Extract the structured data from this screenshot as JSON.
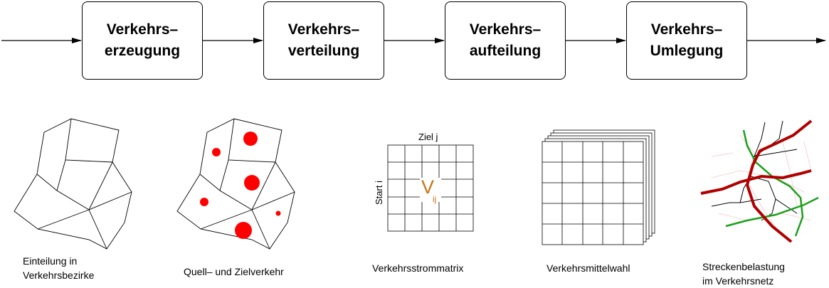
{
  "steps": [
    {
      "line1": "Verkehrs–",
      "line2": "erzeugung"
    },
    {
      "line1": "Verkehrs–",
      "line2": "verteilung"
    },
    {
      "line1": "Verkehrs–",
      "line2": "aufteilung"
    },
    {
      "line1": "Verkehrs–",
      "line2": "Umlegung"
    }
  ],
  "captions": {
    "zones": {
      "line1": "Einteilung in",
      "line2": "Verkehrsbezirke"
    },
    "traffic": "Quell– und Zielverkehr",
    "matrix": "Verkehrsstrommatrix",
    "modal": "Verkehrsmittelwahl",
    "assignment": {
      "line1": "Streckenbelastung",
      "line2": "im Verkehrsnetz"
    }
  },
  "matrix": {
    "col_label": "Ziel j",
    "row_label": "Start i",
    "cell_symbol": "V",
    "cell_subscript": "ij"
  },
  "colors": {
    "line": "#000000",
    "circle": "#ff0000",
    "matrix_symbol": "#c8741a",
    "network_main": "#b00000",
    "network_secondary": "#1aa01a",
    "network_faint": "#f2c8c8"
  }
}
